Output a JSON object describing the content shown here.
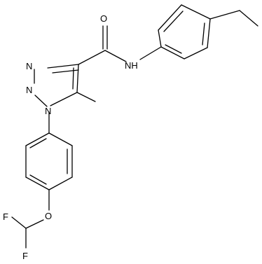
{
  "molecule": {
    "atoms": {
      "o_carbonyl": "O",
      "nh": "NH",
      "n_top": "N",
      "n_mid": "N",
      "n_ring": "N",
      "methyl": "CH3",
      "o_ether": "O",
      "f_top": "F",
      "f_bottom": "F"
    }
  },
  "colors": {
    "ink": "#000000",
    "background": "#ffffff"
  }
}
